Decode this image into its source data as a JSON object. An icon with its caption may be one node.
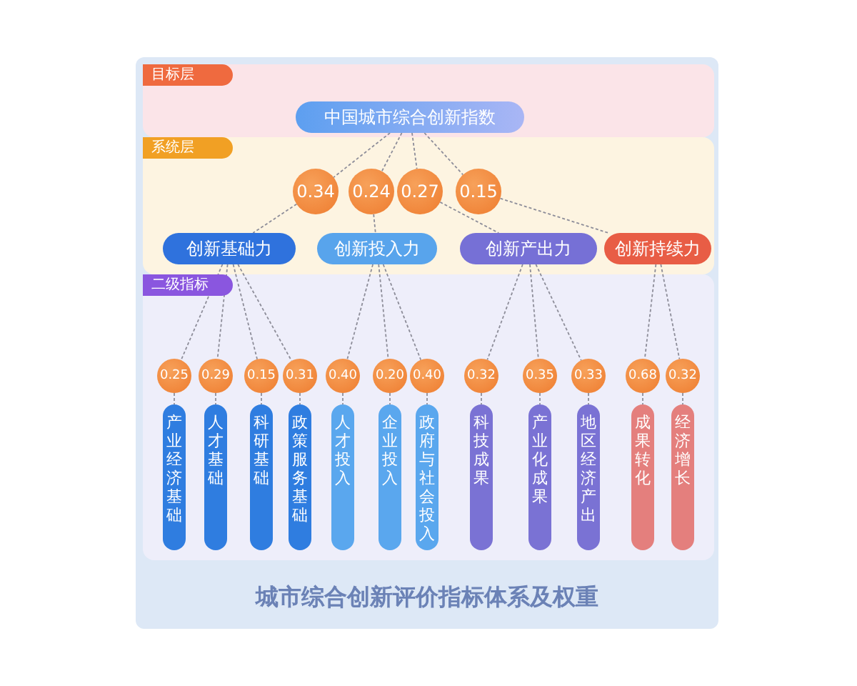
{
  "diagram": {
    "caption": "城市综合创新评价指标体系及权重",
    "nodes": [
      {
        "text": [
          "目标层"
        ]
      },
      {
        "text": [
          "中国城市综合创新指数"
        ],
        "in": 0
      },
      {
        "text": [
          "系统层"
        ]
      },
      {
        "text": [
          "0.34"
        ],
        "in": 2
      },
      {
        "text": [
          "0.24"
        ],
        "in": 2
      },
      {
        "text": [
          "0.27"
        ],
        "in": 2
      },
      {
        "text": [
          "0.15"
        ],
        "in": 2
      },
      {
        "text": [
          "创新基础力"
        ],
        "in": 2
      },
      {
        "text": [
          "创新投入力"
        ],
        "in": 2
      },
      {
        "text": [
          "创新产出力"
        ],
        "in": 2
      },
      {
        "text": [
          "创新持续力"
        ],
        "in": 2
      },
      {
        "text": [
          "二级指标"
        ]
      },
      {
        "text": [
          "0.25"
        ],
        "in": 11
      },
      {
        "text": [
          "0.29"
        ],
        "in": 11
      },
      {
        "text": [
          "0.15"
        ],
        "in": 11
      },
      {
        "text": [
          "0.31"
        ],
        "in": 11
      },
      {
        "text": [
          "0.40"
        ],
        "in": 11
      },
      {
        "text": [
          "0.20"
        ],
        "in": 11
      },
      {
        "text": [
          "0.40"
        ],
        "in": 11
      },
      {
        "text": [
          "0.32"
        ],
        "in": 11
      },
      {
        "text": [
          "0.35"
        ],
        "in": 11
      },
      {
        "text": [
          "0.33"
        ],
        "in": 11
      },
      {
        "text": [
          "0.68"
        ],
        "in": 11
      },
      {
        "text": [
          "0.32"
        ],
        "in": 11
      },
      {
        "text": [
          "产业经济基础"
        ],
        "in": 11
      },
      {
        "text": [
          "人才基础"
        ],
        "in": 11
      },
      {
        "text": [
          "科研基础"
        ],
        "in": 11
      },
      {
        "text": [
          "政策服务基础"
        ],
        "in": 11
      },
      {
        "text": [
          "人才投入"
        ],
        "in": 11
      },
      {
        "text": [
          "企业投入"
        ],
        "in": 11
      },
      {
        "text": [
          "政府与社会投入"
        ],
        "in": 11
      },
      {
        "text": [
          "科技成果"
        ],
        "in": 11
      },
      {
        "text": [
          "产业化成果"
        ],
        "in": 11
      },
      {
        "text": [
          "地区经济产出"
        ],
        "in": 11
      },
      {
        "text": [
          "成果转化"
        ],
        "in": 11
      },
      {
        "text": [
          "经济增长"
        ],
        "in": 11
      }
    ],
    "edges": [
      {
        "from": 1,
        "to": 3,
        "arrow": "none"
      },
      {
        "from": 1,
        "to": 4,
        "arrow": "none"
      },
      {
        "from": 1,
        "to": 5,
        "arrow": "none"
      },
      {
        "from": 1,
        "to": 6,
        "arrow": "none"
      },
      {
        "from": 3,
        "to": 7,
        "arrow": "none"
      },
      {
        "from": 4,
        "to": 8,
        "arrow": "none"
      },
      {
        "from": 5,
        "to": 9,
        "arrow": "none"
      },
      {
        "from": 6,
        "to": 10,
        "arrow": "none"
      },
      {
        "from": 7,
        "to": 12,
        "arrow": "none"
      },
      {
        "from": 7,
        "to": 13,
        "arrow": "none"
      },
      {
        "from": 7,
        "to": 14,
        "arrow": "none"
      },
      {
        "from": 7,
        "to": 15,
        "arrow": "none"
      },
      {
        "from": 8,
        "to": 16,
        "arrow": "none"
      },
      {
        "from": 8,
        "to": 17,
        "arrow": "none"
      },
      {
        "from": 8,
        "to": 18,
        "arrow": "none"
      },
      {
        "from": 9,
        "to": 19,
        "arrow": "none"
      },
      {
        "from": 9,
        "to": 20,
        "arrow": "none"
      },
      {
        "from": 9,
        "to": 21,
        "arrow": "none"
      },
      {
        "from": 10,
        "to": 22,
        "arrow": "none"
      },
      {
        "from": 10,
        "to": 23,
        "arrow": "none"
      },
      {
        "from": 12,
        "to": 24,
        "arrow": "none"
      },
      {
        "from": 13,
        "to": 25,
        "arrow": "none"
      },
      {
        "from": 14,
        "to": 26,
        "arrow": "none"
      },
      {
        "from": 15,
        "to": 27,
        "arrow": "none"
      },
      {
        "from": 16,
        "to": 28,
        "arrow": "none"
      },
      {
        "from": 17,
        "to": 29,
        "arrow": "none"
      },
      {
        "from": 18,
        "to": 30,
        "arrow": "none"
      },
      {
        "from": 19,
        "to": 31,
        "arrow": "none"
      },
      {
        "from": 20,
        "to": 32,
        "arrow": "none"
      },
      {
        "from": 21,
        "to": 33,
        "arrow": "none"
      },
      {
        "from": 22,
        "to": 34,
        "arrow": "none"
      },
      {
        "from": 23,
        "to": 35,
        "arrow": "none"
      }
    ]
  }
}
